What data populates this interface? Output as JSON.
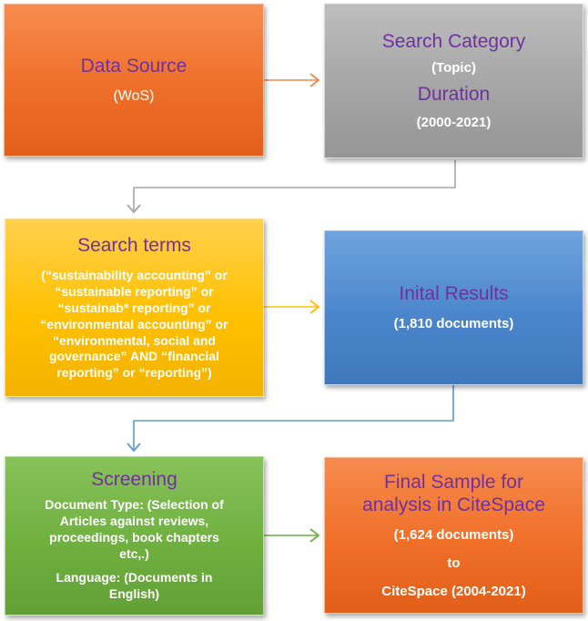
{
  "colors": {
    "orange": "#ef6f28",
    "gray": "#a5a5a5",
    "gold": "#ffc000",
    "blue": "#4b86cc",
    "green": "#6fb03f",
    "title_purple": "#7030a0",
    "arrow_orange": "#f28a4b",
    "arrow_gray": "#a6a6a6",
    "arrow_gold": "#ffc000",
    "arrow_blue": "#5b9bd5",
    "arrow_green": "#70ad47"
  },
  "boxes": {
    "data_source": {
      "title": "Data Source",
      "lines": [
        "(WoS)"
      ]
    },
    "search_category": {
      "title": "Search Category",
      "line1": "(Topic)",
      "title2": "Duration",
      "line2": "(2000-2021)"
    },
    "search_terms": {
      "title": "Search terms",
      "lines": [
        "(“sustainability accounting” or",
        "“sustainable reporting” or",
        "“sustainab* reporting” or",
        "“environmental accounting” or",
        "“environmental, social and",
        "governance” AND “financial",
        "reporting” or “reporting”)"
      ]
    },
    "initial_results": {
      "title": "Inital Results",
      "lines": [
        "(1,810 documents)"
      ]
    },
    "screening": {
      "title": "Screening",
      "doc_type_lines": [
        "Document Type: (Selection of",
        "Articles against reviews,",
        "proceedings, book chapters",
        "etc,.)"
      ],
      "language_lines": [
        "Language: (Documents in",
        "English)"
      ]
    },
    "final_sample": {
      "title_lines": [
        "Final Sample for",
        "analysis in CiteSpace"
      ],
      "lines": [
        "(1,624 documents)",
        "to",
        "CiteSpace (2004-2021)"
      ]
    }
  }
}
